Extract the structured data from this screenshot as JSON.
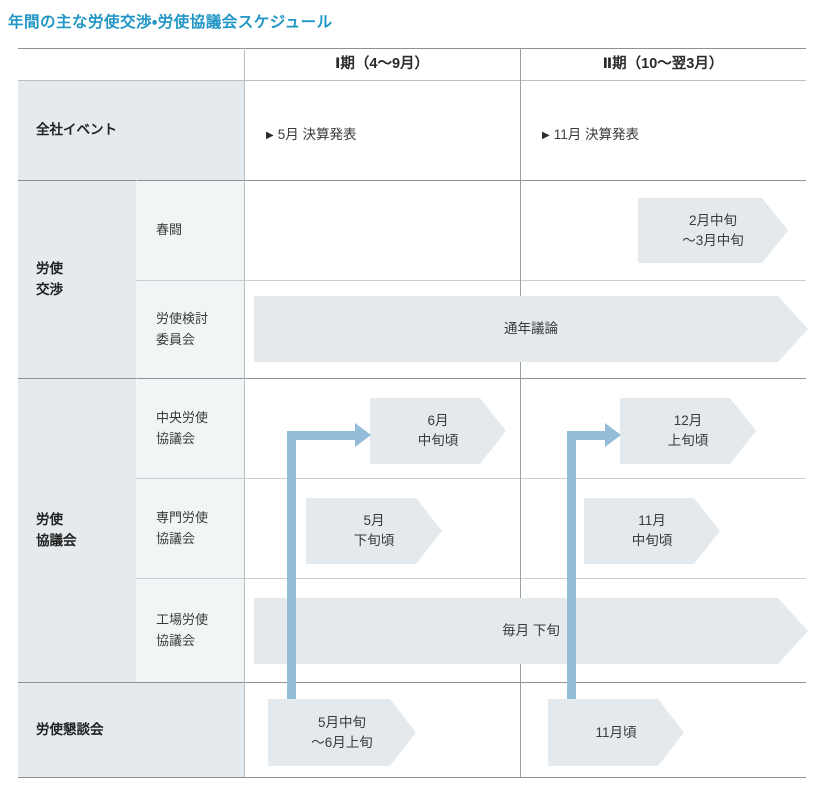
{
  "title": "年間の主な労使交渉・労使協議会スケジュール",
  "colors": {
    "title": "#2196c4",
    "group_label_bg": "#e4eaee",
    "sub_label_bg": "#f1f5f6",
    "chevron_bg": "#e3e9ed",
    "arrow_blue": "#92bcd8",
    "rule": "#8b9296"
  },
  "header": {
    "corner": "",
    "period1": "Ⅰ期（4〜9月）",
    "period2": "Ⅱ期（10〜翌3月）"
  },
  "rows": [
    {
      "group": "全社イベント",
      "sub": "",
      "period1_text": "5月 決算発表",
      "period2_text": "11月 決算発表",
      "marker": "▶"
    },
    {
      "group": "労使\n交渉",
      "sub": "春闘",
      "period1_block": null,
      "period2_block": "2月中旬\n〜3月中旬"
    },
    {
      "group": "",
      "sub": "労使検討\n委員会",
      "span_block": "通年議論"
    },
    {
      "group": "労使\n協議会",
      "sub": "中央労使\n協議会",
      "period1_block": "6月\n中旬頃",
      "period2_block": "12月\n上旬頃"
    },
    {
      "group": "",
      "sub": "専門労使\n協議会",
      "period1_block": "5月\n下旬頃",
      "period2_block": "11月\n中旬頃"
    },
    {
      "group": "",
      "sub": "工場労使\n協議会",
      "span_block": "毎月 下旬"
    },
    {
      "group": "労使懇談会",
      "sub": "",
      "period1_block": "5月中旬\n〜6月上旬",
      "period2_block": "11月頃"
    }
  ]
}
